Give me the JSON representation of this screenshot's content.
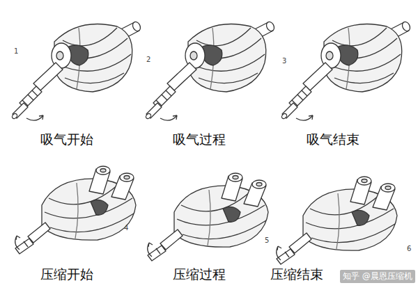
{
  "diagram": {
    "labels": [
      "1",
      "吸气开始",
      "2",
      "吸气过程",
      "3",
      "吸气结束",
      "4",
      "压缩开始",
      "5",
      "压缩过程",
      "6",
      "压缩结束",
      "知乎 @晨恩压缩机"
    ]
  }
}
